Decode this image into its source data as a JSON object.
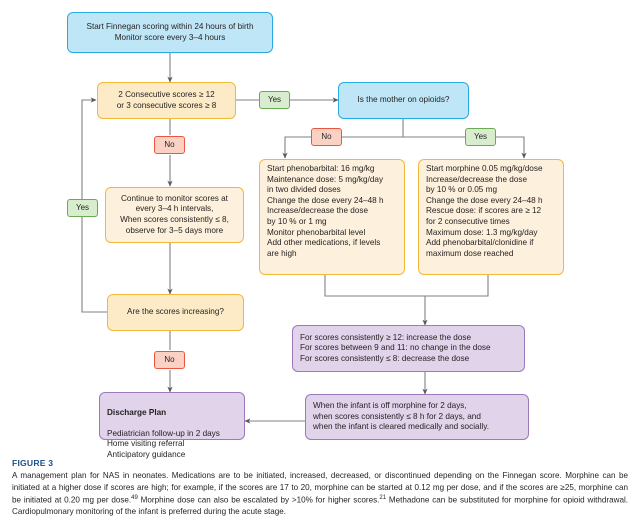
{
  "figure": {
    "label": "FIGURE 3",
    "caption_parts": [
      "A management plan for NAS in neonates. Medications are to be initiated, increased, decreased, or discontinued depending on the Finnegan score. Morphine can be initiated at a higher dose if scores are high; for example, if the scores are 17 to 20, morphine can be started at 0.12 mg per dose, and if the scores are ≥25, morphine can be initiated at 0.20 mg per dose.",
      "49",
      " Morphine dose can also be escalated by >10% for higher scores.",
      "21",
      " Methadone can be substituted for morphine for opioid withdrawal. Cardiopulmonary monitoring of the infant is preferred during the acute stage."
    ]
  },
  "colors": {
    "blue_fill": "#bfe6f7",
    "blue_stroke": "#29abe2",
    "orange_fill": "#fdebc8",
    "orange_light_fill": "#fdf0dc",
    "orange_stroke": "#f0b93b",
    "purple_fill": "#e0d3ea",
    "purple_stroke": "#9b79bb",
    "yes_fill": "#d8edcd",
    "yes_stroke": "#6aab52",
    "no_fill": "#fbd1c4",
    "no_stroke": "#e8573f",
    "wire": "#808285",
    "caption_heading": "#1b4f8a"
  },
  "chart_data": {
    "type": "diagram",
    "title": "A management plan for NAS in neonates",
    "nodes": [
      {
        "id": "start",
        "shape": "rounded-rect",
        "fill": "blue",
        "text": "Start Finnegan scoring within 24 hours of birth\nMonitor score every 3–4 hours"
      },
      {
        "id": "scores-threshold",
        "shape": "rounded-rect",
        "fill": "orange",
        "text": "2 Consecutive scores ≥ 12\nor 3 consecutive scores ≥ 8"
      },
      {
        "id": "mother-opioids",
        "shape": "rounded-rect",
        "fill": "blue",
        "text": "Is the mother on opioids?"
      },
      {
        "id": "continue-monitor",
        "shape": "rounded-rect",
        "fill": "orange-light",
        "text": "Continue to monitor scores at\nevery 3–4 h intervals,\nWhen scores consistently ≤ 8,\nobserve for 3–5 days more"
      },
      {
        "id": "phenobarbital",
        "shape": "rounded-rect",
        "fill": "orange-light",
        "text": "Start phenobarbital: 16 mg/kg\nMaintenance dose: 5 mg/kg/day\nin two divided doses\nChange the dose every 24–48 h\nIncrease/decrease the dose\nby 10 % or 1 mg\nMonitor phenobarbital level\nAdd other medications, if levels\nare high"
      },
      {
        "id": "morphine",
        "shape": "rounded-rect",
        "fill": "orange-light",
        "text": "Start morphine 0.05 mg/kg/dose\nIncrease/decrease the dose\nby 10 % or 0.05 mg\nChange the dose every 24–48 h\nRescue dose: if scores are ≥ 12\nfor 2 consecutive times\nMaximum dose: 1.3 mg/kg/day\nAdd phenobarbital/clonidine if\nmaximum dose reached"
      },
      {
        "id": "scores-increasing",
        "shape": "rounded-rect",
        "fill": "orange",
        "text": "Are the scores increasing?"
      },
      {
        "id": "dose-adjustment",
        "shape": "rounded-rect",
        "fill": "purple",
        "text": "For scores consistently ≥ 12: increase the dose\nFor scores between 9 and 11: no change in the dose\nFor scores consistently ≤ 8: decrease the dose"
      },
      {
        "id": "off-morphine",
        "shape": "rounded-rect",
        "fill": "purple",
        "text": "When the infant is off morphine for 2 days,\nwhen scores consistently ≤ 8 h for 2 days, and\nwhen the infant is cleared medically and socially."
      },
      {
        "id": "discharge-plan",
        "shape": "rounded-rect",
        "fill": "purple",
        "title": "Discharge Plan",
        "text": "Pediatrician follow-up in 2 days\nHome visiting referral\nAnticipatory guidance"
      }
    ],
    "edge_labels": [
      {
        "id": "yes-opioids",
        "text": "Yes",
        "kind": "yes"
      },
      {
        "id": "no-threshold",
        "text": "No",
        "kind": "no"
      },
      {
        "id": "no-mother",
        "text": "No",
        "kind": "no"
      },
      {
        "id": "yes-mother",
        "text": "Yes",
        "kind": "yes"
      },
      {
        "id": "yes-loop",
        "text": "Yes",
        "kind": "yes"
      },
      {
        "id": "no-increasing",
        "text": "No",
        "kind": "no"
      }
    ],
    "edges": [
      {
        "from": "start",
        "to": "scores-threshold",
        "label": ""
      },
      {
        "from": "scores-threshold",
        "to": "mother-opioids",
        "label": "Yes"
      },
      {
        "from": "scores-threshold",
        "to": "continue-monitor",
        "label": "No"
      },
      {
        "from": "mother-opioids",
        "to": "phenobarbital",
        "label": "No"
      },
      {
        "from": "mother-opioids",
        "to": "morphine",
        "label": "Yes"
      },
      {
        "from": "continue-monitor",
        "to": "scores-increasing",
        "label": ""
      },
      {
        "from": "scores-increasing",
        "to": "scores-threshold",
        "label": "Yes"
      },
      {
        "from": "scores-increasing",
        "to": "discharge-plan",
        "label": "No"
      },
      {
        "from": "phenobarbital",
        "to": "dose-adjustment",
        "label": ""
      },
      {
        "from": "morphine",
        "to": "dose-adjustment",
        "label": ""
      },
      {
        "from": "dose-adjustment",
        "to": "off-morphine",
        "label": ""
      },
      {
        "from": "off-morphine",
        "to": "discharge-plan",
        "label": ""
      }
    ]
  }
}
